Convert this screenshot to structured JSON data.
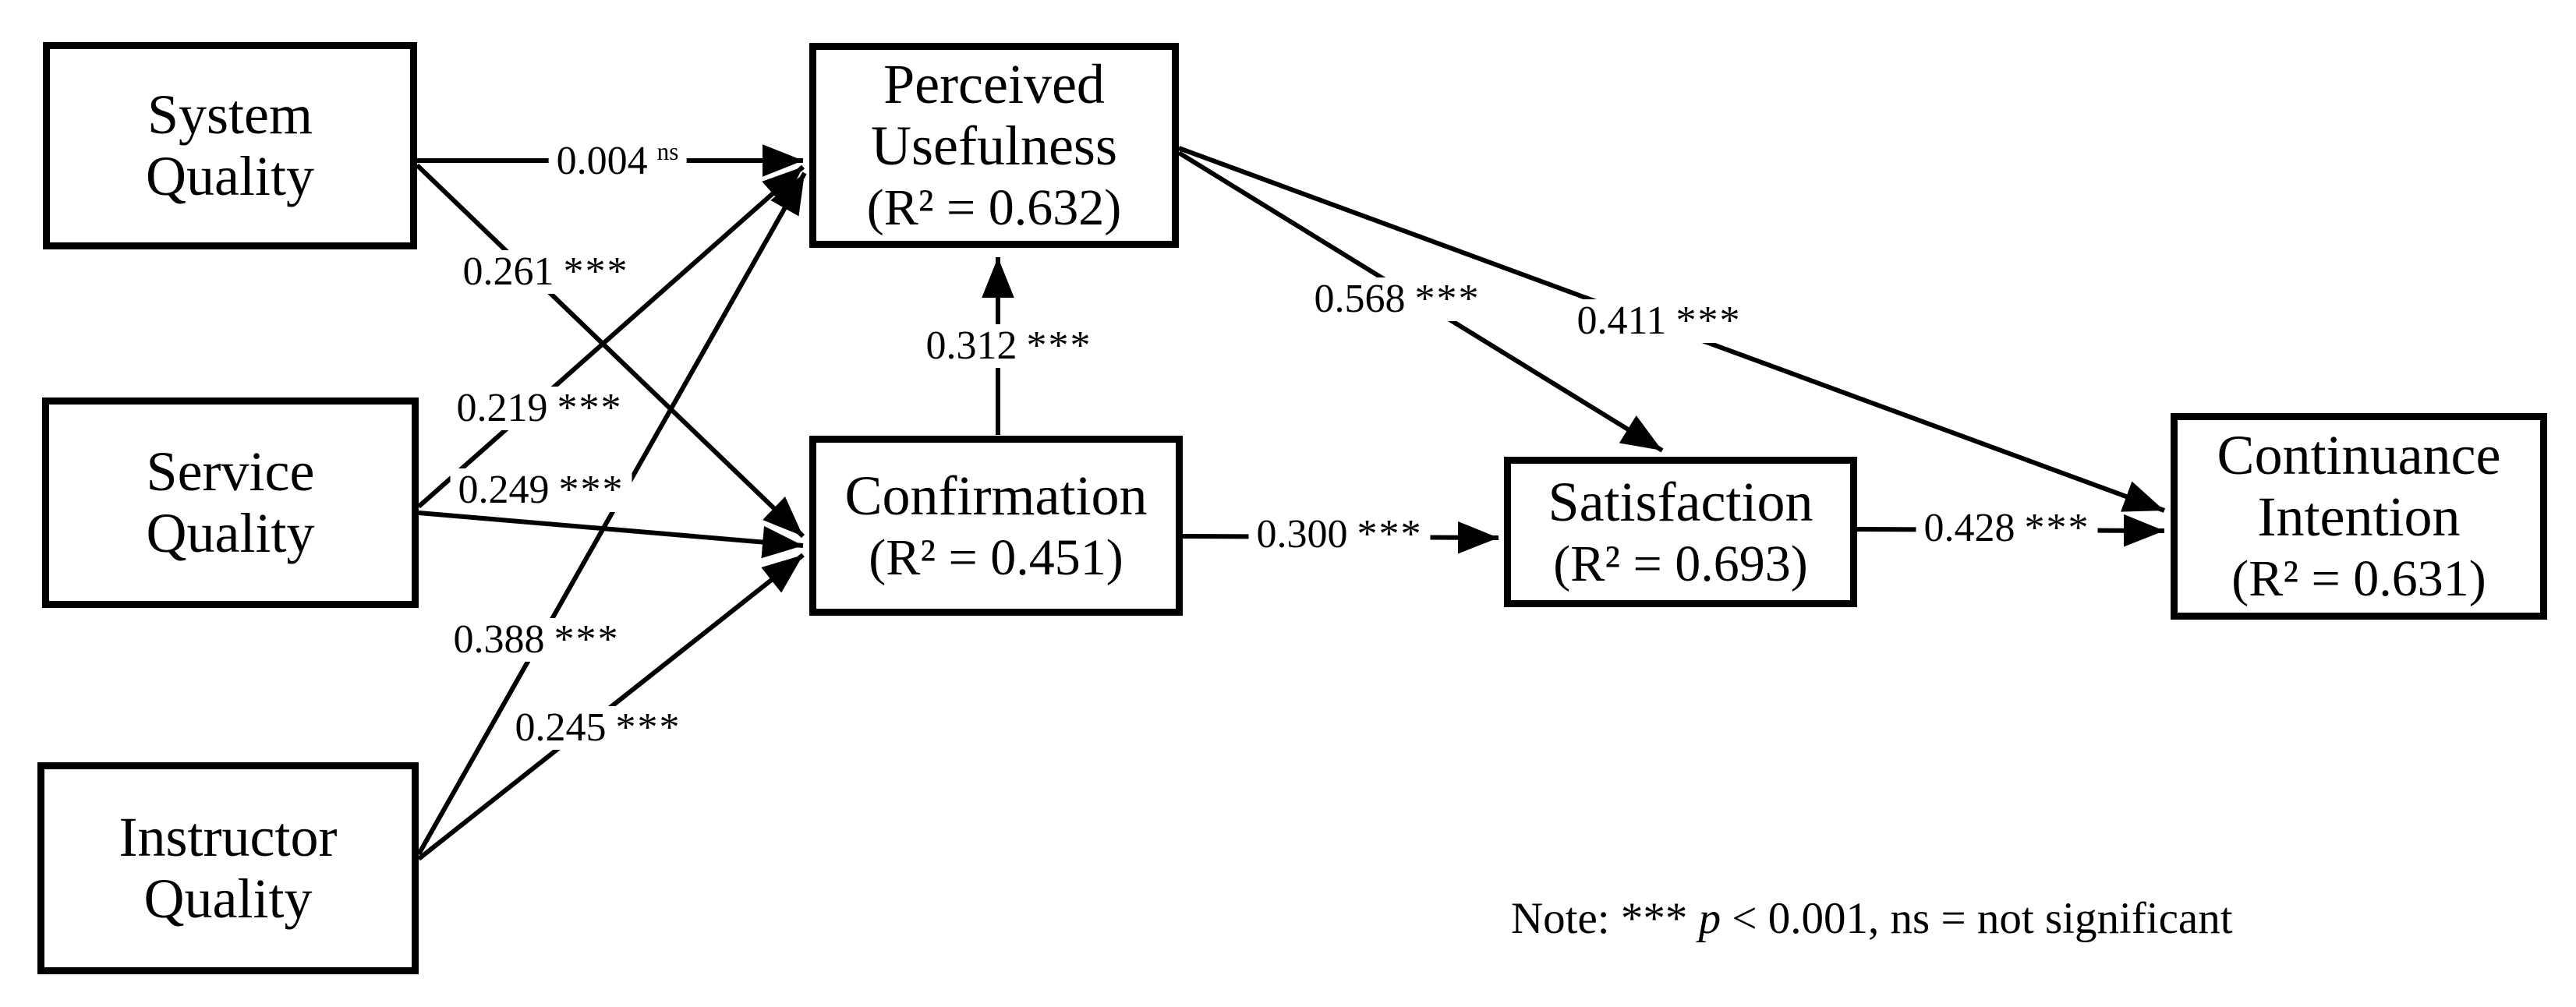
{
  "diagram": {
    "title": "",
    "colors": {
      "ink": "#000000",
      "background": "#ffffff"
    },
    "nodes": [
      {
        "id": "system-quality",
        "line1": "System",
        "line2": "Quality",
        "r2": ""
      },
      {
        "id": "service-quality",
        "line1": "Service",
        "line2": "Quality",
        "r2": ""
      },
      {
        "id": "instructor-quality",
        "line1": "Instructor",
        "line2": "Quality",
        "r2": ""
      },
      {
        "id": "perceived-usefulness",
        "line1": "Perceived",
        "line2": "Usefulness",
        "r2": "(R² = 0.632)"
      },
      {
        "id": "confirmation",
        "line1": "Confirmation",
        "line2": "",
        "r2": "(R² = 0.451)"
      },
      {
        "id": "satisfaction",
        "line1": "Satisfaction",
        "line2": "",
        "r2": "(R² = 0.693)"
      },
      {
        "id": "continuance-intention",
        "line1": "Continuance",
        "line2": "Intention",
        "r2": "(R² = 0.631)"
      }
    ],
    "edges": [
      {
        "from": "system-quality",
        "to": "perceived-usefulness",
        "value": "0.004",
        "sig": "ns"
      },
      {
        "from": "system-quality",
        "to": "confirmation",
        "value": "0.261",
        "sig": "***"
      },
      {
        "from": "service-quality",
        "to": "perceived-usefulness",
        "value": "0.219",
        "sig": "***"
      },
      {
        "from": "service-quality",
        "to": "confirmation",
        "value": "0.249",
        "sig": "***"
      },
      {
        "from": "instructor-quality",
        "to": "perceived-usefulness",
        "value": "0.388",
        "sig": "***"
      },
      {
        "from": "instructor-quality",
        "to": "confirmation",
        "value": "0.245",
        "sig": "***"
      },
      {
        "from": "confirmation",
        "to": "perceived-usefulness",
        "value": "0.312",
        "sig": "***"
      },
      {
        "from": "perceived-usefulness",
        "to": "satisfaction",
        "value": "0.568",
        "sig": "***"
      },
      {
        "from": "perceived-usefulness",
        "to": "continuance-intention",
        "value": "0.411",
        "sig": "***"
      },
      {
        "from": "confirmation",
        "to": "satisfaction",
        "value": "0.300",
        "sig": "***"
      },
      {
        "from": "satisfaction",
        "to": "continuance-intention",
        "value": "0.428",
        "sig": "***"
      }
    ],
    "note": {
      "prefix": "Note: *** ",
      "italic": "p",
      "suffix": " < 0.001, ns = not significant"
    }
  }
}
